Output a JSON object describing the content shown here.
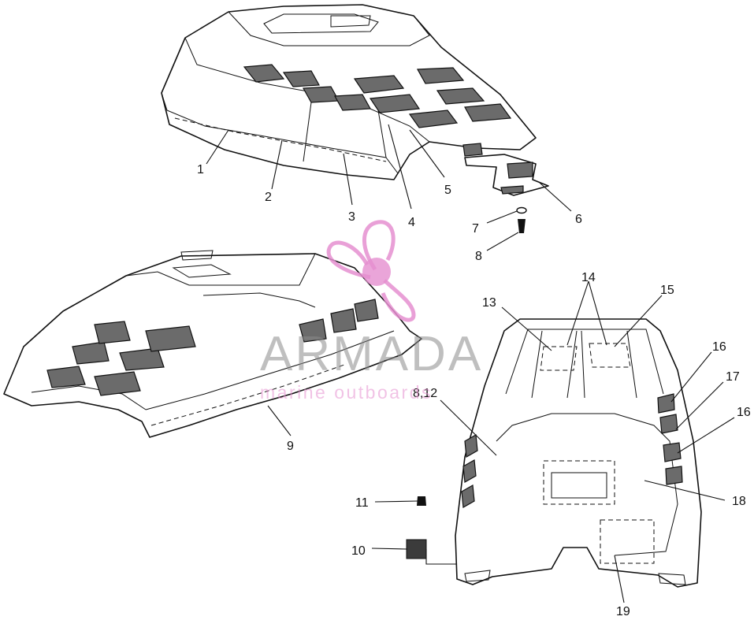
{
  "callouts": {
    "c1": "1",
    "c2": "2",
    "c3": "3",
    "c4": "4",
    "c5": "5",
    "c6": "6",
    "c7": "7",
    "c8": "8",
    "c9": "9",
    "c10": "10",
    "c11": "11",
    "c8_12": "8,12",
    "c13": "13",
    "c14": "14",
    "c15": "15",
    "c16a": "16",
    "c17": "17",
    "c16b": "16",
    "c18": "18",
    "c19": "19"
  },
  "watermark": {
    "brand": "ARMADA",
    "tagline": "marine outboards",
    "colors": {
      "brand_gray": "#8a8a8a",
      "accent_pink": "#e58fd0"
    }
  }
}
